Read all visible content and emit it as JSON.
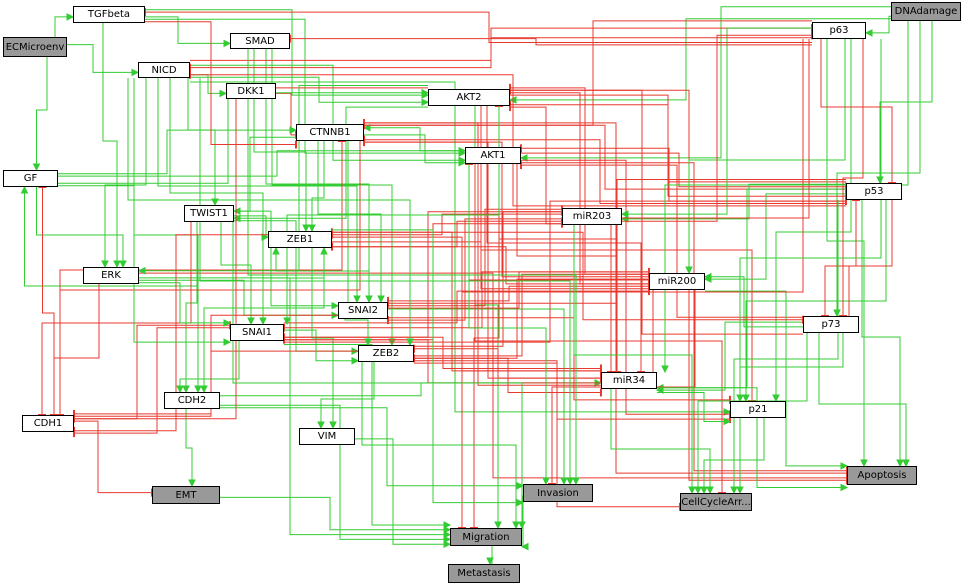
{
  "colors": {
    "activation": "#33cc33",
    "inhibition": "#e8392f",
    "input_output_fill": "#999999",
    "node_fill": "#ffffff"
  },
  "nodes": {
    "TGFbeta": "TGFbeta",
    "ECMicroenv": "ECMicroenv",
    "SMAD": "SMAD",
    "NICD": "NICD",
    "DKK1": "DKK1",
    "AKT2": "AKT2",
    "CTNNB1": "CTNNB1",
    "AKT1": "AKT1",
    "GF": "GF",
    "TWIST1": "TWIST1",
    "ZEB1": "ZEB1",
    "miR203": "miR203",
    "ERK": "ERK",
    "miR200": "miR200",
    "SNAI2": "SNAI2",
    "SNAI1": "SNAI1",
    "ZEB2": "ZEB2",
    "p73": "p73",
    "miR34": "miR34",
    "CDH2": "CDH2",
    "CDH1": "CDH1",
    "p21": "p21",
    "VIM": "VIM",
    "p53": "p53",
    "p63": "p63",
    "DNAdamage": "DNAdamage",
    "EMT": "EMT",
    "Invasion": "Invasion",
    "CellCycleArrest": "CellCycleArr...",
    "Apoptosis": "Apoptosis",
    "Migration": "Migration",
    "Metastasis": "Metastasis"
  },
  "edges": [
    {
      "from": "ECMicroenv",
      "to": "TGFbeta",
      "sign": "+"
    },
    {
      "from": "ECMicroenv",
      "to": "NICD",
      "sign": "+"
    },
    {
      "from": "ECMicroenv",
      "to": "GF",
      "sign": "+"
    },
    {
      "from": "DNAdamage",
      "to": "p53",
      "sign": "+"
    },
    {
      "from": "DNAdamage",
      "to": "p73",
      "sign": "+"
    },
    {
      "from": "DNAdamage",
      "to": "p63",
      "sign": "+"
    },
    {
      "from": "DNAdamage",
      "to": "AKT1",
      "sign": "+"
    },
    {
      "from": "DNAdamage",
      "to": "AKT2",
      "sign": "+"
    },
    {
      "from": "TGFbeta",
      "to": "SMAD",
      "sign": "+"
    },
    {
      "from": "TGFbeta",
      "to": "ERK",
      "sign": "+"
    },
    {
      "from": "TGFbeta",
      "to": "AKT1",
      "sign": "+"
    },
    {
      "from": "TGFbeta",
      "to": "AKT2",
      "sign": "+"
    },
    {
      "from": "SMAD",
      "to": "SNAI2",
      "sign": "+"
    },
    {
      "from": "SMAD",
      "to": "ZEB1",
      "sign": "+"
    },
    {
      "from": "SMAD",
      "to": "ZEB2",
      "sign": "+"
    },
    {
      "from": "NICD",
      "to": "SNAI1",
      "sign": "+"
    },
    {
      "from": "NICD",
      "to": "SNAI2",
      "sign": "+"
    },
    {
      "from": "NICD",
      "to": "DKK1",
      "sign": "+"
    },
    {
      "from": "NICD",
      "to": "AKT1",
      "sign": "+"
    },
    {
      "from": "NICD",
      "to": "AKT2",
      "sign": "+"
    },
    {
      "from": "NICD",
      "to": "ERK",
      "sign": "+"
    },
    {
      "from": "NICD",
      "to": "TWIST1",
      "sign": "+"
    },
    {
      "from": "NICD",
      "to": "p63",
      "sign": "-"
    },
    {
      "from": "NICD",
      "to": "p21",
      "sign": "+"
    },
    {
      "from": "NICD",
      "to": "CDH2",
      "sign": "+"
    },
    {
      "from": "DKK1",
      "to": "CTNNB1",
      "sign": "-"
    },
    {
      "from": "GF",
      "to": "ERK",
      "sign": "+"
    },
    {
      "from": "GF",
      "to": "AKT1",
      "sign": "+"
    },
    {
      "from": "GF",
      "to": "AKT2",
      "sign": "+"
    },
    {
      "from": "GF",
      "to": "CTNNB1",
      "sign": "+"
    },
    {
      "from": "CDH2",
      "to": "GF",
      "sign": "+"
    },
    {
      "from": "CDH2",
      "to": "EMT",
      "sign": "+"
    },
    {
      "from": "CDH2",
      "to": "Migration",
      "sign": "+"
    },
    {
      "from": "CDH2",
      "to": "miR34",
      "sign": "+"
    },
    {
      "from": "CDH1",
      "to": "GF",
      "sign": "-"
    },
    {
      "from": "CDH1",
      "to": "EMT",
      "sign": "-"
    },
    {
      "from": "CDH1",
      "to": "CTNNB1",
      "sign": "-"
    },
    {
      "from": "ERK",
      "to": "Migration",
      "sign": "+"
    },
    {
      "from": "ERK",
      "to": "Apoptosis",
      "sign": "-"
    },
    {
      "from": "ERK",
      "to": "SNAI2",
      "sign": "+"
    },
    {
      "from": "ERK",
      "to": "CDH1",
      "sign": "-"
    },
    {
      "from": "TWIST1",
      "to": "ZEB1",
      "sign": "+"
    },
    {
      "from": "TWIST1",
      "to": "SNAI2",
      "sign": "+"
    },
    {
      "from": "TWIST1",
      "to": "SNAI1",
      "sign": "+"
    },
    {
      "from": "TWIST1",
      "to": "CDH2",
      "sign": "+"
    },
    {
      "from": "TWIST1",
      "to": "ZEB2",
      "sign": "+"
    },
    {
      "from": "TWIST1",
      "to": "CDH1",
      "sign": "-"
    },
    {
      "from": "CTNNB1",
      "to": "AKT1",
      "sign": "+"
    },
    {
      "from": "CTNNB1",
      "to": "ZEB1",
      "sign": "+"
    },
    {
      "from": "CTNNB1",
      "to": "TWIST1",
      "sign": "+"
    },
    {
      "from": "CTNNB1",
      "to": "SNAI2",
      "sign": "+"
    },
    {
      "from": "CTNNB1",
      "to": "Invasion",
      "sign": "+"
    },
    {
      "from": "CTNNB1",
      "to": "p53",
      "sign": "-"
    },
    {
      "from": "CTNNB1",
      "to": "miR34",
      "sign": "-"
    },
    {
      "from": "CTNNB1",
      "to": "Apoptosis",
      "sign": "-"
    },
    {
      "from": "CTNNB1",
      "to": "CDH1",
      "sign": "-"
    },
    {
      "from": "AKT2",
      "to": "Migration",
      "sign": "+"
    },
    {
      "from": "AKT2",
      "to": "p53",
      "sign": "-"
    },
    {
      "from": "AKT2",
      "to": "p21",
      "sign": "-"
    },
    {
      "from": "AKT2",
      "to": "miR200",
      "sign": "-"
    },
    {
      "from": "AKT2",
      "to": "miR34",
      "sign": "-"
    },
    {
      "from": "AKT2",
      "to": "Apoptosis",
      "sign": "-"
    },
    {
      "from": "AKT2",
      "to": "TWIST1",
      "sign": "+"
    },
    {
      "from": "AKT2",
      "to": "CDH1",
      "sign": "-"
    },
    {
      "from": "AKT1",
      "to": "Migration",
      "sign": "-"
    },
    {
      "from": "AKT1",
      "to": "p53",
      "sign": "-"
    },
    {
      "from": "AKT1",
      "to": "p21",
      "sign": "-"
    },
    {
      "from": "AKT1",
      "to": "CTNNB1",
      "sign": "+"
    },
    {
      "from": "AKT1",
      "to": "Apoptosis",
      "sign": "-"
    },
    {
      "from": "AKT1",
      "to": "CellCycleArrest",
      "sign": "-"
    },
    {
      "from": "AKT1",
      "to": "miR34",
      "sign": "-"
    },
    {
      "from": "p53",
      "to": "miR200",
      "sign": "+"
    },
    {
      "from": "p53",
      "to": "miR34",
      "sign": "+"
    },
    {
      "from": "p53",
      "to": "p21",
      "sign": "+"
    },
    {
      "from": "p53",
      "to": "Apoptosis",
      "sign": "+"
    },
    {
      "from": "p53",
      "to": "p73",
      "sign": "-"
    },
    {
      "from": "p53",
      "to": "miR203",
      "sign": "+"
    },
    {
      "from": "p53",
      "to": "AKT1",
      "sign": "-"
    },
    {
      "from": "p53",
      "to": "AKT2",
      "sign": "-"
    },
    {
      "from": "p53",
      "to": "CTNNB1",
      "sign": "-"
    },
    {
      "from": "p53",
      "to": "SNAI2",
      "sign": "-"
    },
    {
      "from": "p63",
      "to": "miR200",
      "sign": "+"
    },
    {
      "from": "p63",
      "to": "miR203",
      "sign": "+"
    },
    {
      "from": "p63",
      "to": "p21",
      "sign": "+"
    },
    {
      "from": "p63",
      "to": "Apoptosis",
      "sign": "+"
    },
    {
      "from": "p63",
      "to": "NICD",
      "sign": "-"
    },
    {
      "from": "p63",
      "to": "p53",
      "sign": "-"
    },
    {
      "from": "p63",
      "to": "p73",
      "sign": "-"
    },
    {
      "from": "p63",
      "to": "CTNNB1",
      "sign": "-"
    },
    {
      "from": "p63",
      "to": "TGFbeta",
      "sign": "-"
    },
    {
      "from": "p63",
      "to": "miR34",
      "sign": "-"
    },
    {
      "from": "p63",
      "to": "SMAD",
      "sign": "-"
    },
    {
      "from": "p73",
      "to": "miR200",
      "sign": "+"
    },
    {
      "from": "p73",
      "to": "miR34",
      "sign": "+"
    },
    {
      "from": "p73",
      "to": "p21",
      "sign": "+"
    },
    {
      "from": "p73",
      "to": "Apoptosis",
      "sign": "+"
    },
    {
      "from": "p73",
      "to": "p53",
      "sign": "-"
    },
    {
      "from": "p73",
      "to": "AKT1",
      "sign": "-"
    },
    {
      "from": "p73",
      "to": "AKT2",
      "sign": "-"
    },
    {
      "from": "miR203",
      "to": "SNAI2",
      "sign": "-"
    },
    {
      "from": "miR203",
      "to": "ZEB1",
      "sign": "-"
    },
    {
      "from": "miR203",
      "to": "p63",
      "sign": "-"
    },
    {
      "from": "miR203",
      "to": "SNAI1",
      "sign": "-"
    },
    {
      "from": "miR203",
      "to": "AKT2",
      "sign": "-"
    },
    {
      "from": "miR200",
      "to": "ZEB1",
      "sign": "-"
    },
    {
      "from": "miR200",
      "to": "ZEB2",
      "sign": "-"
    },
    {
      "from": "miR200",
      "to": "SNAI2",
      "sign": "-"
    },
    {
      "from": "miR200",
      "to": "CTNNB1",
      "sign": "-"
    },
    {
      "from": "miR200",
      "to": "Invasion",
      "sign": "-"
    },
    {
      "from": "miR200",
      "to": "AKT2",
      "sign": "-"
    },
    {
      "from": "miR200",
      "to": "Apoptosis",
      "sign": "+"
    },
    {
      "from": "miR200",
      "to": "SNAI1",
      "sign": "-"
    },
    {
      "from": "miR34",
      "to": "SNAI1",
      "sign": "-"
    },
    {
      "from": "miR34",
      "to": "ZEB2",
      "sign": "-"
    },
    {
      "from": "miR34",
      "to": "CTNNB1",
      "sign": "-"
    },
    {
      "from": "miR34",
      "to": "AKT2",
      "sign": "-"
    },
    {
      "from": "miR34",
      "to": "Apoptosis",
      "sign": "+"
    },
    {
      "from": "miR34",
      "to": "CellCycleArrest",
      "sign": "+"
    },
    {
      "from": "miR34",
      "to": "AKT1",
      "sign": "-"
    },
    {
      "from": "miR34",
      "to": "ZEB1",
      "sign": "-"
    },
    {
      "from": "ZEB1",
      "to": "miR200",
      "sign": "-"
    },
    {
      "from": "ZEB1",
      "to": "miR34",
      "sign": "-"
    },
    {
      "from": "ZEB1",
      "to": "VIM",
      "sign": "+"
    },
    {
      "from": "ZEB1",
      "to": "CDH1",
      "sign": "-"
    },
    {
      "from": "ZEB1",
      "to": "miR203",
      "sign": "-"
    },
    {
      "from": "ZEB1",
      "to": "p73",
      "sign": "-"
    },
    {
      "from": "ZEB1",
      "to": "CDH2",
      "sign": "+"
    },
    {
      "from": "ZEB2",
      "to": "miR200",
      "sign": "-"
    },
    {
      "from": "ZEB2",
      "to": "CDH1",
      "sign": "-"
    },
    {
      "from": "ZEB2",
      "to": "miR34",
      "sign": "-"
    },
    {
      "from": "ZEB2",
      "to": "VIM",
      "sign": "+"
    },
    {
      "from": "ZEB2",
      "to": "CellCycleArrest",
      "sign": "-"
    },
    {
      "from": "ZEB2",
      "to": "miR203",
      "sign": "-"
    },
    {
      "from": "ZEB2",
      "to": "p21",
      "sign": "-"
    },
    {
      "from": "SNAI1",
      "to": "ZEB1",
      "sign": "+"
    },
    {
      "from": "SNAI1",
      "to": "ZEB2",
      "sign": "+"
    },
    {
      "from": "SNAI1",
      "to": "miR34",
      "sign": "-"
    },
    {
      "from": "SNAI1",
      "to": "CDH1",
      "sign": "-"
    },
    {
      "from": "SNAI1",
      "to": "miR203",
      "sign": "-"
    },
    {
      "from": "SNAI1",
      "to": "CDH2",
      "sign": "+"
    },
    {
      "from": "SNAI1",
      "to": "p53",
      "sign": "-"
    },
    {
      "from": "SNAI1",
      "to": "miR200",
      "sign": "-"
    },
    {
      "from": "SNAI2",
      "to": "ZEB1",
      "sign": "+"
    },
    {
      "from": "SNAI2",
      "to": "miR200",
      "sign": "-"
    },
    {
      "from": "SNAI2",
      "to": "CDH1",
      "sign": "-"
    },
    {
      "from": "SNAI2",
      "to": "miR203",
      "sign": "-"
    },
    {
      "from": "SNAI2",
      "to": "p21",
      "sign": "-"
    },
    {
      "from": "SNAI2",
      "to": "ZEB2",
      "sign": "+"
    },
    {
      "from": "VIM",
      "to": "Migration",
      "sign": "+"
    },
    {
      "from": "EMT",
      "to": "Migration",
      "sign": "+"
    },
    {
      "from": "Invasion",
      "to": "Migration",
      "sign": "+"
    },
    {
      "from": "p21",
      "to": "CellCycleArrest",
      "sign": "+"
    },
    {
      "from": "p63",
      "to": "Migration",
      "sign": "-"
    },
    {
      "from": "Migration",
      "to": "Metastasis",
      "sign": "+"
    },
    {
      "from": "CDH1",
      "to": "SNAI1",
      "sign": "-"
    },
    {
      "from": "GF",
      "to": "SNAI1",
      "sign": "+"
    },
    {
      "from": "ERK",
      "to": "SNAI1",
      "sign": "+"
    },
    {
      "from": "NICD",
      "to": "Invasion",
      "sign": "+"
    },
    {
      "from": "AKT1",
      "to": "Invasion",
      "sign": "+"
    },
    {
      "from": "SMAD",
      "to": "Invasion",
      "sign": "+"
    },
    {
      "from": "CDH2",
      "to": "Invasion",
      "sign": "+"
    },
    {
      "from": "NICD",
      "to": "ZEB2",
      "sign": "+"
    },
    {
      "from": "TGFbeta",
      "to": "CTNNB1",
      "sign": "-"
    },
    {
      "from": "p53",
      "to": "NICD",
      "sign": "-"
    },
    {
      "from": "AKT2",
      "to": "SNAI1",
      "sign": "+"
    },
    {
      "from": "ZEB1",
      "to": "Invasion",
      "sign": "+"
    },
    {
      "from": "miR34",
      "to": "p21",
      "sign": "+"
    },
    {
      "from": "p53",
      "to": "CellCycleArrest",
      "sign": "+"
    },
    {
      "from": "p73",
      "to": "CellCycleArrest",
      "sign": "+"
    },
    {
      "from": "p63",
      "to": "CellCycleArrest",
      "sign": "+"
    },
    {
      "from": "miR203",
      "to": "CellCycleArrest",
      "sign": "+"
    },
    {
      "from": "ZEB2",
      "to": "Migration",
      "sign": "+"
    },
    {
      "from": "SNAI1",
      "to": "Migration",
      "sign": "+"
    },
    {
      "from": "TWIST1",
      "to": "Migration",
      "sign": "+"
    },
    {
      "from": "AKT2",
      "to": "ERK",
      "sign": "+"
    },
    {
      "from": "DNAdamage",
      "to": "miR34",
      "sign": "+"
    }
  ]
}
